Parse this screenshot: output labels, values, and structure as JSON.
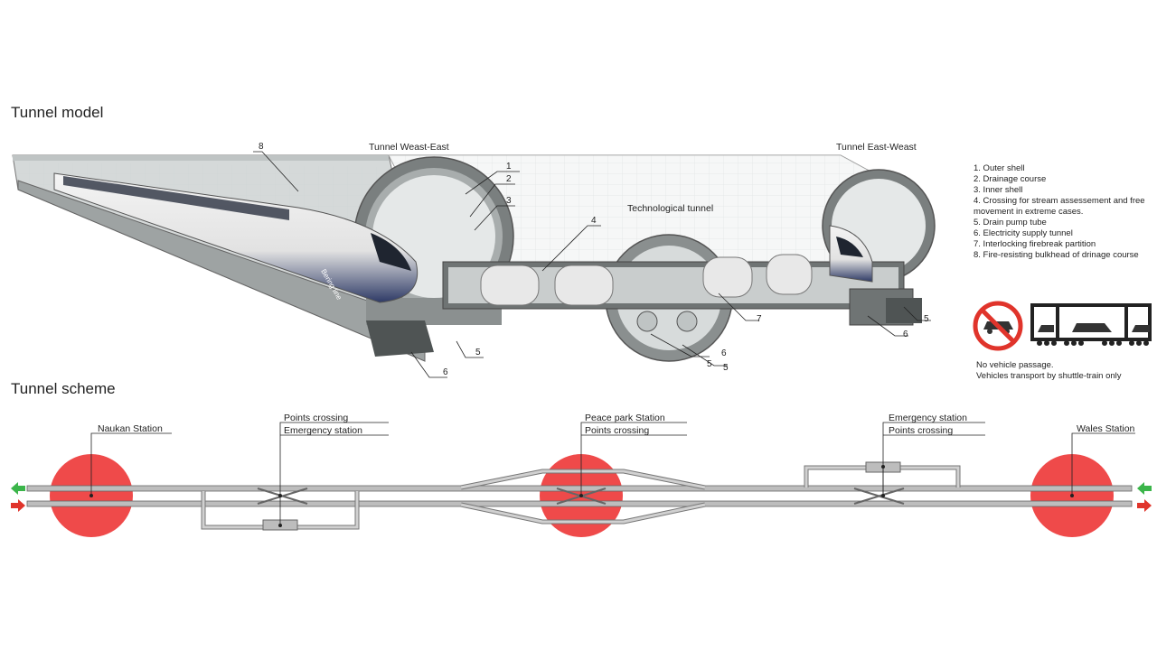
{
  "model": {
    "heading": "Tunnel model",
    "tunnel_west_east": "Tunnel Weast-East",
    "tunnel_east_west": "Tunnel East-Weast",
    "technological_tunnel": "Technological tunnel",
    "callouts": [
      "8",
      "1",
      "2",
      "3",
      "4",
      "5",
      "6",
      "5",
      "6",
      "5",
      "7",
      "6",
      "5"
    ]
  },
  "legend": {
    "items": [
      "1.   Outer shell",
      "2.   Drainage course",
      "3.   Inner shell",
      "4.   Crossing for stream assessement and free",
      "       movement in extreme cases.",
      "5.   Drain pump tube",
      "6.   Electricity supply tunnel",
      "7.   Interlocking firebreak partition",
      "8.   Fire-resisting bulkhead of drinage course"
    ],
    "note_line1": "No vehicle passage.",
    "note_line2": "Vehicles transport by shuttle-train only",
    "train_logo": "Bering line"
  },
  "scheme": {
    "heading": "Tunnel scheme",
    "stations": [
      {
        "label": "Naukan Station"
      },
      {
        "label1": "Points crossing",
        "label2": "Emergency station"
      },
      {
        "label1": "Peace park Station",
        "label2": "Points crossing"
      },
      {
        "label1": "Emergency station",
        "label2": "Points crossing"
      },
      {
        "label": "Wales Station"
      }
    ],
    "colors": {
      "station": "#ef4a4a",
      "arrow_left": "#3bb54a",
      "arrow_right": "#e0342b",
      "track": "#9e9e9e"
    }
  }
}
